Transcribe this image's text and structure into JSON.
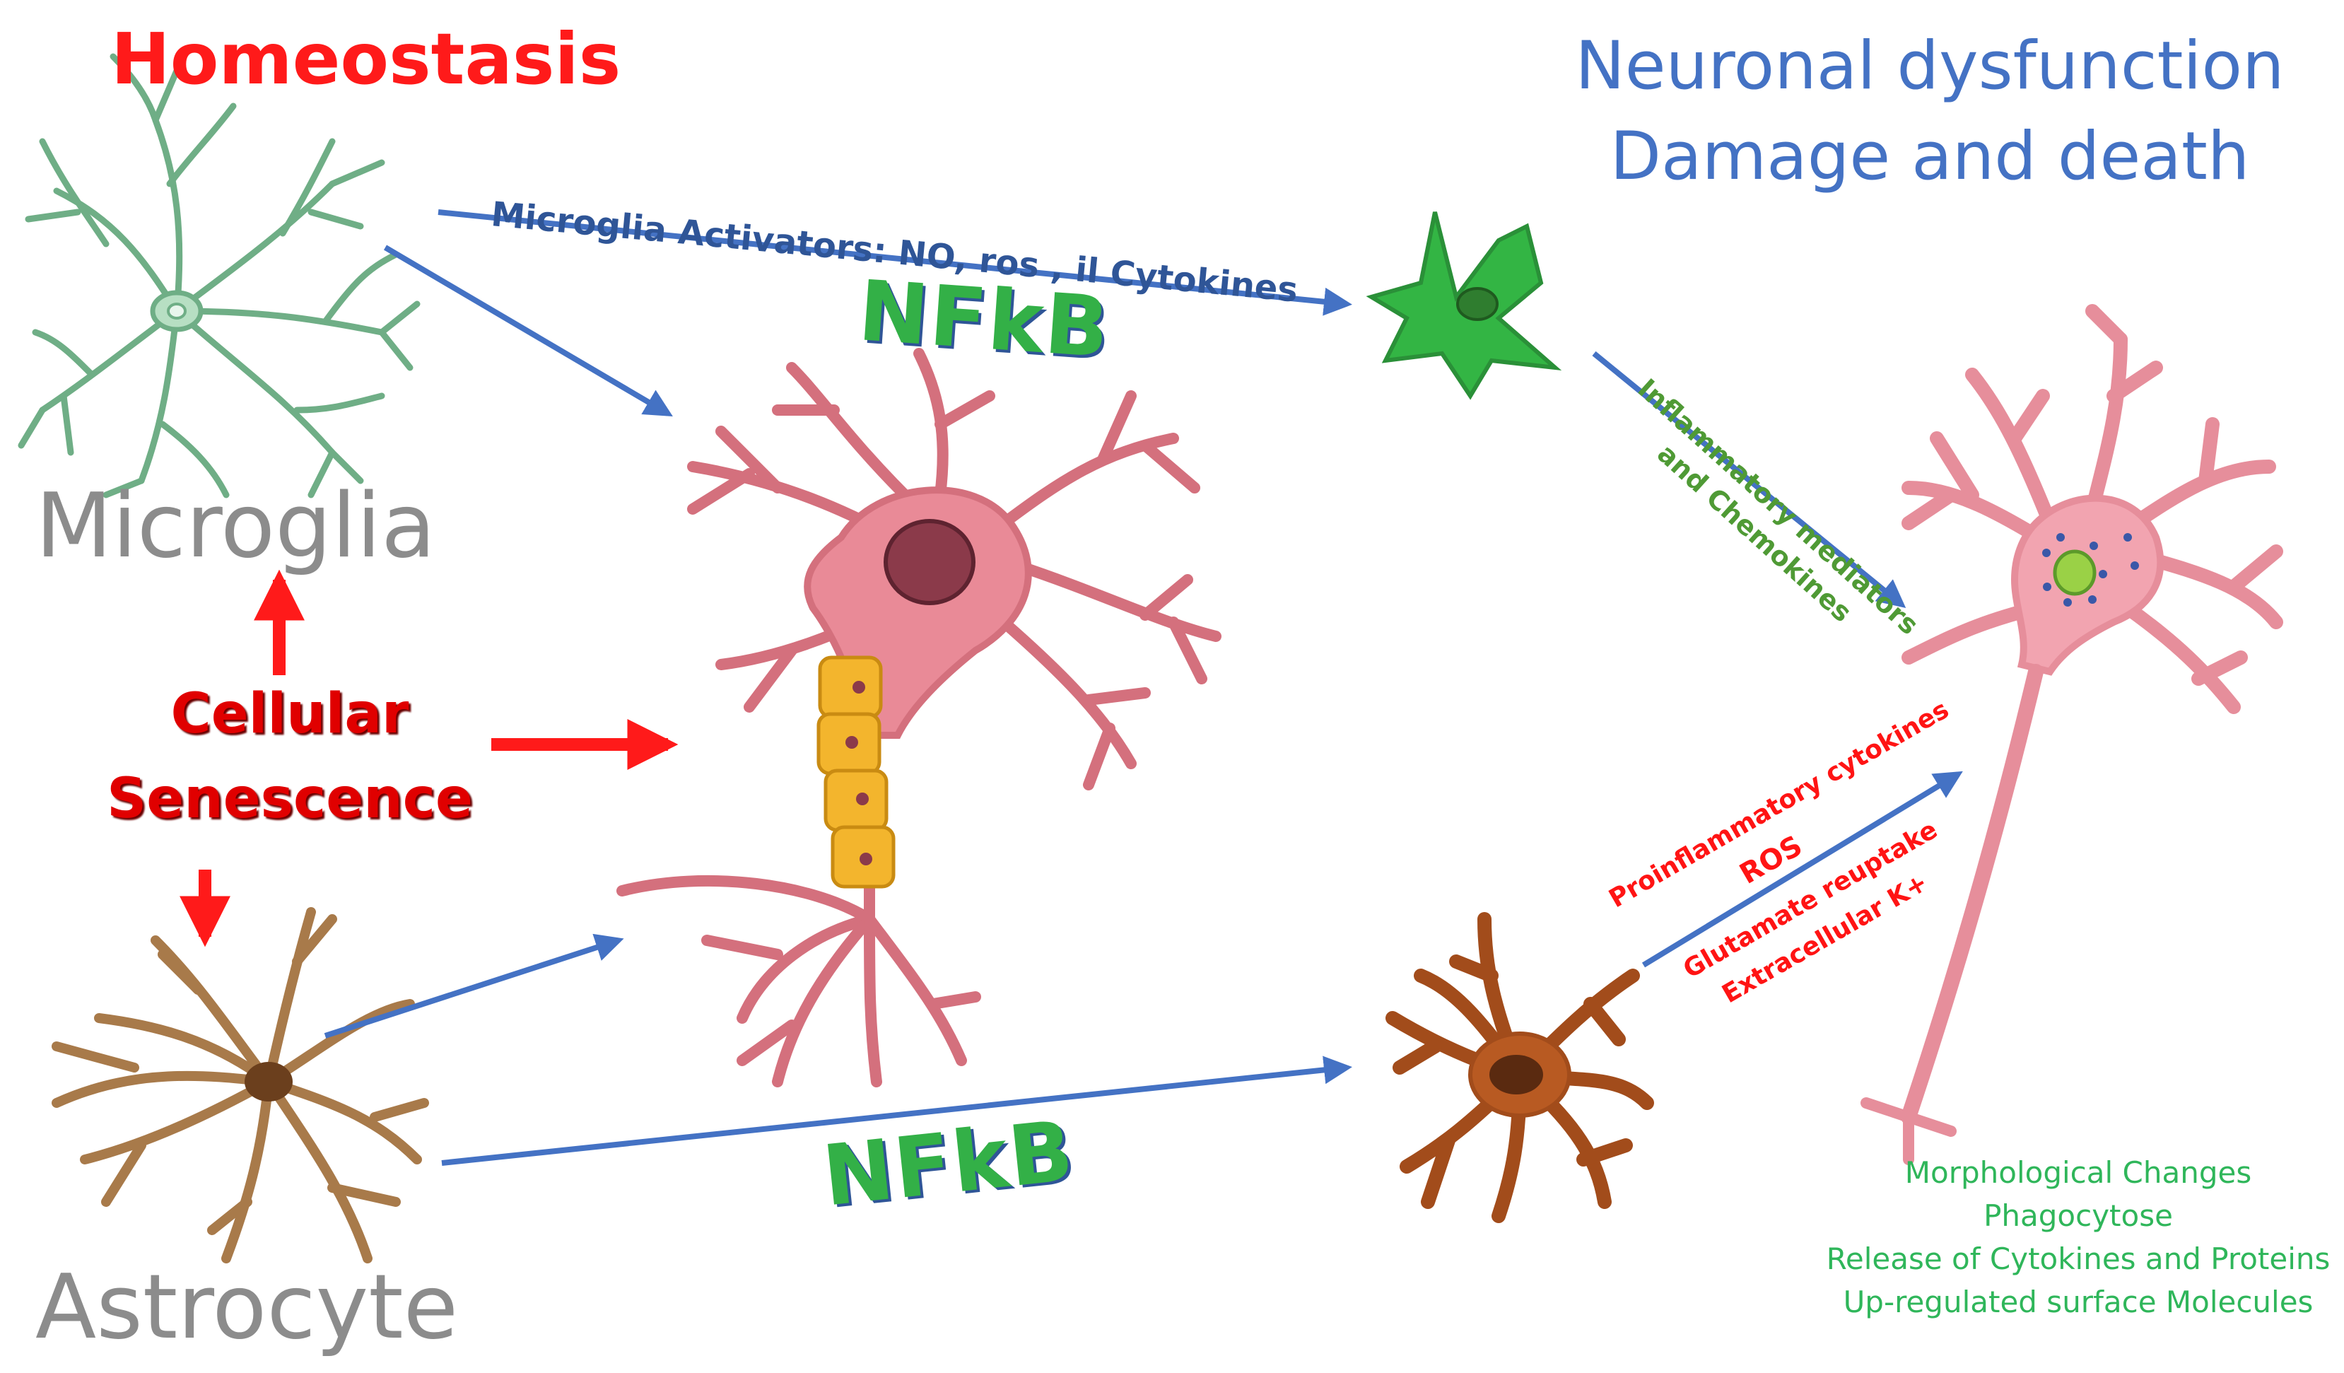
{
  "titles": {
    "homeostasis": "Homeostasis",
    "neuronal_line1": "Neuronal dysfunction",
    "neuronal_line2": "Damage and death"
  },
  "cells": {
    "microglia": "Microglia",
    "astrocyte": "Astrocyte"
  },
  "senescence": {
    "line1": "Cellular",
    "line2": "Senescence"
  },
  "pathways": {
    "activators": "Microglia Activators:  NO, ros , il Cytokines",
    "nfkb_top": "NFkB",
    "nfkb_bottom": "NFkB",
    "inflammatory_line1": "Inflammatory mediators",
    "inflammatory_line2": "and Chemokines",
    "proinflammatory": "Proinflammatory cytokines",
    "ros": "ROS",
    "glutamate": "Glutamate reuptake",
    "extracellular": "Extracellular K+"
  },
  "effects": [
    "Morphological Changes",
    "Phagocytose",
    "Release of Cytokines and Proteins",
    "Up-regulated surface Molecules"
  ],
  "colors": {
    "arrow_blue": "#4472c4",
    "arrow_red": "#ff1a1a",
    "microglia_resting": "#8fc9a3",
    "microglia_active": "#33b544",
    "astrocyte": "#b07a43",
    "astrocyte_reactive": "#b85a22",
    "neuron": "#ea8e97",
    "myelin": "#f3b52d"
  }
}
